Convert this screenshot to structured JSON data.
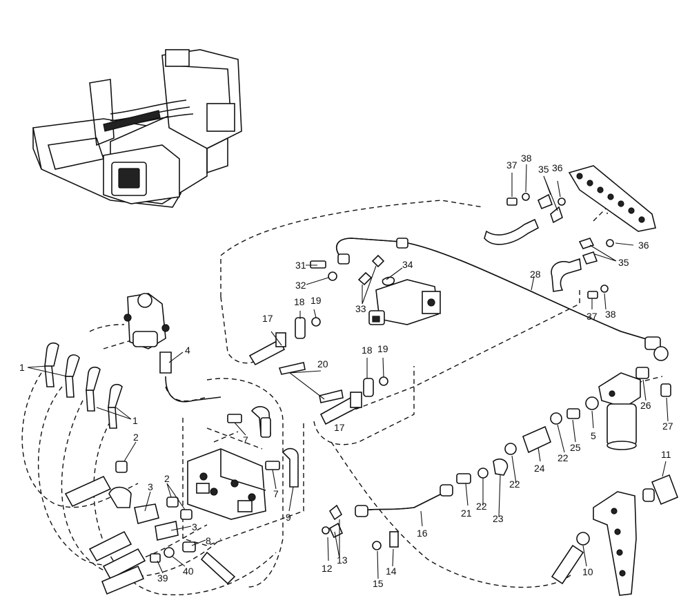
{
  "callouts": [
    {
      "id": "c1a",
      "text": "1"
    },
    {
      "id": "c1b",
      "text": "1"
    },
    {
      "id": "c2a",
      "text": "2"
    },
    {
      "id": "c2b",
      "text": "2"
    },
    {
      "id": "c3a",
      "text": "3"
    },
    {
      "id": "c3b",
      "text": "3"
    },
    {
      "id": "c4",
      "text": "4"
    },
    {
      "id": "c5",
      "text": "5"
    },
    {
      "id": "c7a",
      "text": "7"
    },
    {
      "id": "c7b",
      "text": "7"
    },
    {
      "id": "c8",
      "text": "8"
    },
    {
      "id": "c9",
      "text": "9"
    },
    {
      "id": "c10",
      "text": "10"
    },
    {
      "id": "c11",
      "text": "11"
    },
    {
      "id": "c12",
      "text": "12"
    },
    {
      "id": "c13",
      "text": "13"
    },
    {
      "id": "c14",
      "text": "14"
    },
    {
      "id": "c15",
      "text": "15"
    },
    {
      "id": "c16",
      "text": "16"
    },
    {
      "id": "c17a",
      "text": "17"
    },
    {
      "id": "c17b",
      "text": "17"
    },
    {
      "id": "c18a",
      "text": "18"
    },
    {
      "id": "c18b",
      "text": "18"
    },
    {
      "id": "c19a",
      "text": "19"
    },
    {
      "id": "c19b",
      "text": "19"
    },
    {
      "id": "c20",
      "text": "20"
    },
    {
      "id": "c21",
      "text": "21"
    },
    {
      "id": "c22a",
      "text": "22"
    },
    {
      "id": "c22b",
      "text": "22"
    },
    {
      "id": "c22c",
      "text": "22"
    },
    {
      "id": "c23",
      "text": "23"
    },
    {
      "id": "c24",
      "text": "24"
    },
    {
      "id": "c25",
      "text": "25"
    },
    {
      "id": "c26",
      "text": "26"
    },
    {
      "id": "c27",
      "text": "27"
    },
    {
      "id": "c28",
      "text": "28"
    },
    {
      "id": "c31",
      "text": "31"
    },
    {
      "id": "c32",
      "text": "32"
    },
    {
      "id": "c33",
      "text": "33"
    },
    {
      "id": "c34",
      "text": "34"
    },
    {
      "id": "c35a",
      "text": "35"
    },
    {
      "id": "c35b",
      "text": "35"
    },
    {
      "id": "c36a",
      "text": "36"
    },
    {
      "id": "c36b",
      "text": "36"
    },
    {
      "id": "c37a",
      "text": "37"
    },
    {
      "id": "c37b",
      "text": "37"
    },
    {
      "id": "c38a",
      "text": "38"
    },
    {
      "id": "c38b",
      "text": "38"
    },
    {
      "id": "c39",
      "text": "39"
    },
    {
      "id": "c40",
      "text": "40"
    }
  ]
}
